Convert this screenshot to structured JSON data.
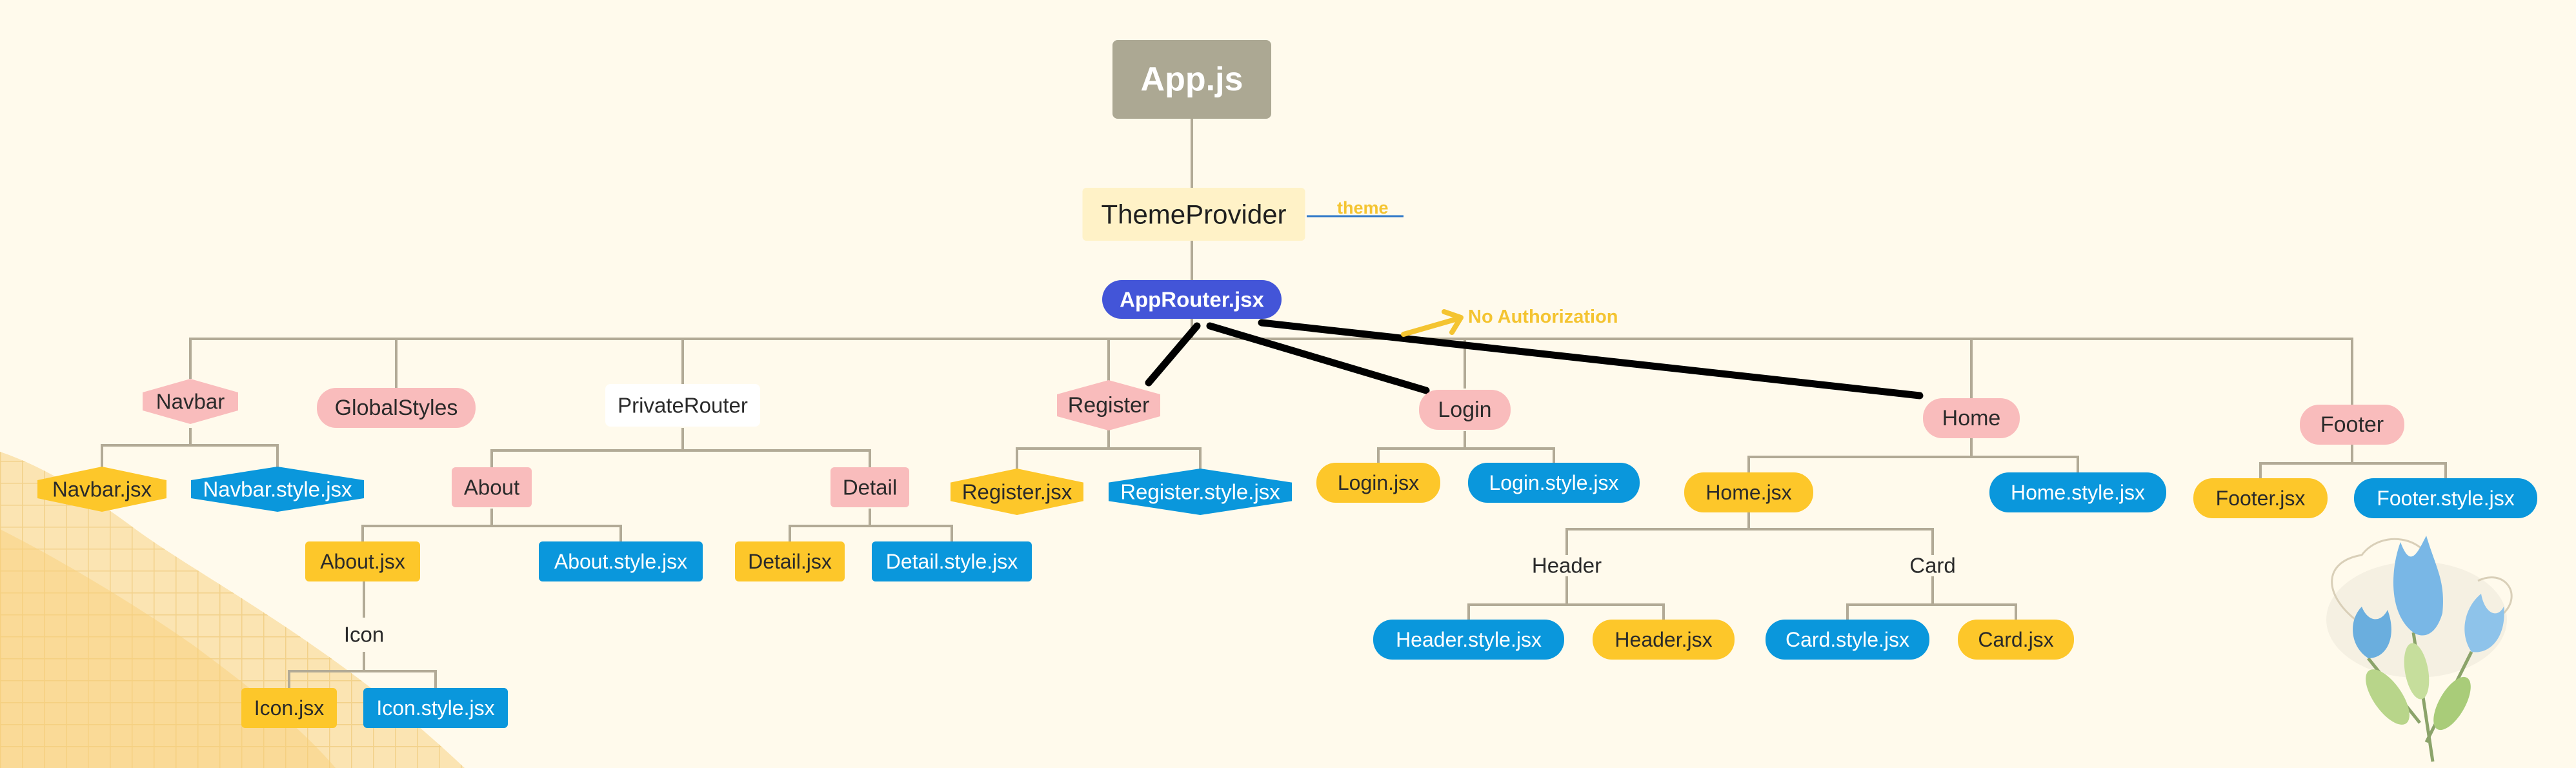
{
  "colors": {
    "background": "#fffaec",
    "root": "#aca893",
    "provider": "#fff2c7",
    "router": "#4355d8",
    "component": "#f9bcbc",
    "jsx_file": "#fdc72a",
    "style_file": "#0a97dc",
    "connector": "#b2aa96",
    "route_line": "#000000",
    "annotation": "#f4c431",
    "theme_underline": "#2f78c8"
  },
  "decorations": [
    "grid-paper-corner",
    "flower-bouquet-illustration"
  ],
  "diagram": {
    "root": {
      "label": "App.js"
    },
    "provider": {
      "label": "ThemeProvider"
    },
    "provider_note": {
      "label": "theme"
    },
    "router": {
      "label": "AppRouter.jsx"
    },
    "router_note": {
      "label": "No Authorization"
    },
    "components": {
      "navbar": {
        "label": "Navbar"
      },
      "navbar_jsx": {
        "label": "Navbar.jsx"
      },
      "navbar_style": {
        "label": "Navbar.style.jsx"
      },
      "global_styles": {
        "label": "GlobalStyles"
      },
      "private_router": {
        "label": "PrivateRouter"
      },
      "about": {
        "label": "About"
      },
      "about_jsx": {
        "label": "About.jsx"
      },
      "about_style": {
        "label": "About.style.jsx"
      },
      "icon": {
        "label": "Icon"
      },
      "icon_jsx": {
        "label": "Icon.jsx"
      },
      "icon_style": {
        "label": "Icon.style.jsx"
      },
      "detail": {
        "label": "Detail"
      },
      "detail_jsx": {
        "label": "Detail.jsx"
      },
      "detail_style": {
        "label": "Detail.style.jsx"
      },
      "register": {
        "label": "Register"
      },
      "register_jsx": {
        "label": "Register.jsx"
      },
      "register_style": {
        "label": "Register.style.jsx"
      },
      "login": {
        "label": "Login"
      },
      "login_jsx": {
        "label": "Login.jsx"
      },
      "login_style": {
        "label": "Login.style.jsx"
      },
      "home": {
        "label": "Home"
      },
      "home_jsx": {
        "label": "Home.jsx"
      },
      "home_style": {
        "label": "Home.style.jsx"
      },
      "header": {
        "label": "Header"
      },
      "header_style": {
        "label": "Header.style.jsx"
      },
      "header_jsx": {
        "label": "Header.jsx"
      },
      "card": {
        "label": "Card"
      },
      "card_style": {
        "label": "Card.style.jsx"
      },
      "card_jsx": {
        "label": "Card.jsx"
      },
      "footer": {
        "label": "Footer"
      },
      "footer_jsx": {
        "label": "Footer.jsx"
      },
      "footer_style": {
        "label": "Footer.style.jsx"
      }
    }
  }
}
